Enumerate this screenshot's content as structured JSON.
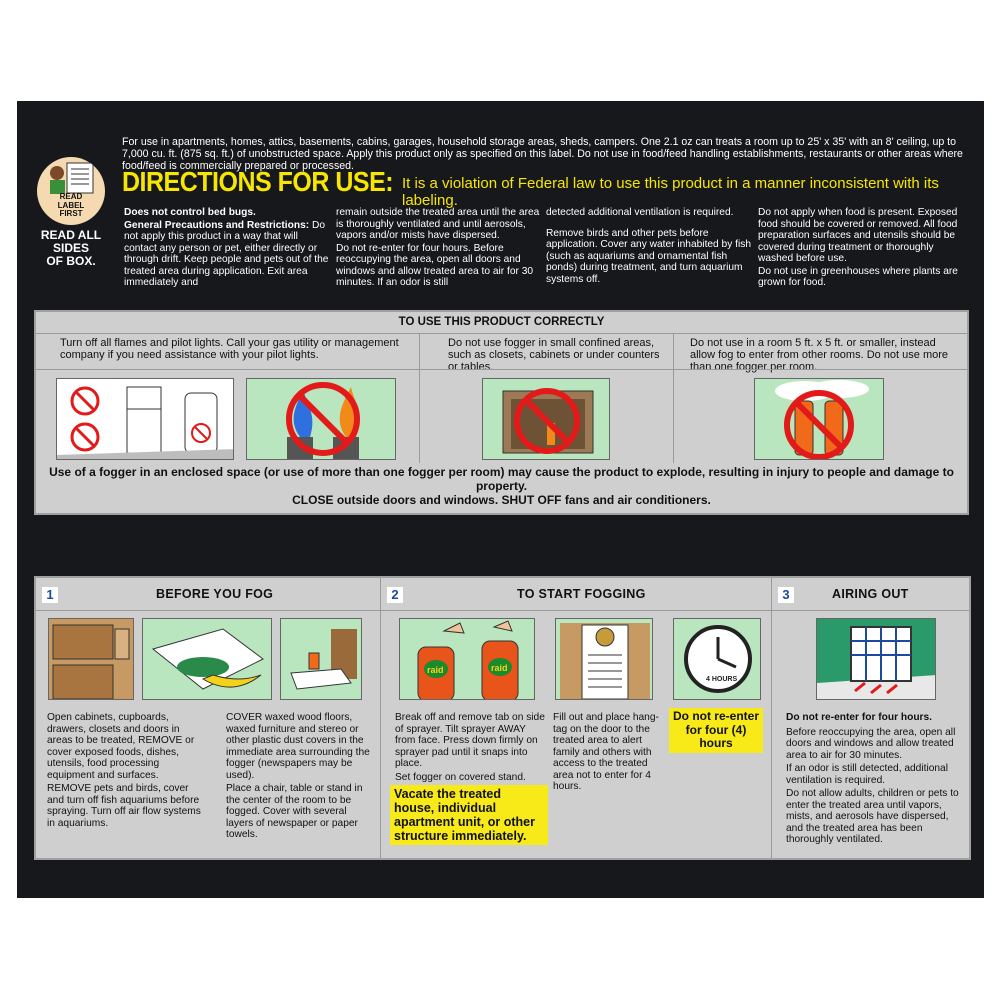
{
  "intro": "For use in apartments, homes, attics, basements, cabins, garages, household storage areas, sheds, campers. One 2.1 oz can treats a room up to 25' x 35' with an 8' ceiling, up to 7,000 cu. ft. (875 sq. ft.) of unobstructed space. Apply this product only as specified on this label. Do not use in food/feed handling establishments, restaurants or other areas where food/feed is commercially prepared or processed.",
  "badge": {
    "line1": "READ",
    "line2": "LABEL",
    "line3": "FIRST"
  },
  "read_all": [
    "READ ALL",
    "SIDES",
    "OF BOX."
  ],
  "directions": {
    "title": "DIRECTIONS FOR USE:",
    "law": "It is a violation of Federal law to use this product in a manner inconsistent with its labeling."
  },
  "columns": {
    "c1_a": "Does not control bed bugs.",
    "c1_b_head": "General Precautions and Restrictions:",
    "c1_b": " Do not apply this product in a way that will contact any person or pet, either directly or through drift. Keep people and pets out of the treated area during application. Exit area immediately and",
    "c2_a": "remain outside the treated area until the area is thoroughly ventilated and until aerosols, vapors and/or mists have dispersed.",
    "c2_b": "Do not re-enter for four hours. Before reoccupying the area, open all doors and windows and allow treated area to air for 30 minutes. If an odor is still",
    "c3_a": "detected additional ventilation is required.",
    "c3_b": "Remove birds and other pets before application. Cover any water inhabited by fish (such as aquariums and ornamental fish ponds) during treatment, and turn aquarium systems off.",
    "c4_a": "Do not apply when food is present. Exposed food should be covered or removed. All food preparation surfaces and utensils should be covered during treatment or thoroughly washed before use.",
    "c4_b": "Do not use in greenhouses where plants are grown for food."
  },
  "correct_use": {
    "heading": "TO USE THIS PRODUCT CORRECTLY",
    "cell1": "Turn off all flames and pilot lights. Call your gas utility or management company if you need assistance with your pilot lights.",
    "cell2": "Do not use fogger in small confined areas, such as closets, cabinets or under counters or tables.",
    "cell3": "Do not use in a room 5 ft. x 5 ft. or smaller, instead allow fog to enter from other rooms. Do not use more than one fogger per room.",
    "warning_1": "Use of a fogger in an enclosed space (or use of more than one fogger per room) may cause the product to explode, resulting in injury to people and damage to property.",
    "warning_2": "CLOSE outside doors and windows. SHUT OFF fans and air conditioners."
  },
  "steps": {
    "s1": {
      "num": "1",
      "title": "BEFORE YOU FOG",
      "text_a1": "Open cabinets, cupboards, drawers, closets and doors in areas to be treated, REMOVE or cover exposed foods, dishes, utensils, food processing equipment and surfaces.",
      "text_a2": "REMOVE pets and birds, cover and turn off fish aquariums before spraying. Turn off air flow systems in aquariums.",
      "text_b1": "COVER waxed wood floors, waxed furniture and stereo or other plastic dust covers in the immediate area surrounding the fogger (newspapers may be used).",
      "text_b2": "Place a chair, table or stand in the center of the room to be fogged. Cover with several layers of newspaper or paper towels."
    },
    "s2": {
      "num": "2",
      "title": "TO START FOGGING",
      "text_a1": "Break off and remove tab on side of sprayer. Tilt sprayer AWAY from face. Press down firmly on sprayer pad until it snaps into place.",
      "text_a2": "Set fogger on covered stand.",
      "vacate": "Vacate the treated house, individual apartment unit, or other structure immediately.",
      "text_b": "Fill out and place hang-tag on the door to the treated area to alert family and others with access to the treated area not to enter for 4 hours.",
      "reenter": "Do not re-enter for four (4) hours",
      "clock_label": "4 HOURS",
      "can_label": "raid"
    },
    "s3": {
      "num": "3",
      "title": "AIRING OUT",
      "text_head": "Do not re-enter for four hours.",
      "text_1": "Before reoccupying the area, open all doors and windows and allow treated area to air for 30 minutes.",
      "text_2": "If an odor is still detected, additional ventilation is required.",
      "text_3": "Do not allow adults, children or pets to enter the treated area until vapors, mists, and aerosols have dispersed, and the treated area has been thoroughly ventilated."
    }
  },
  "colors": {
    "board": "#17181c",
    "accent_yellow": "#f6e600",
    "panel_gray": "#cfcfcf",
    "pic_green": "#b9e6bf",
    "no_red": "#e21a1a",
    "step_blue": "#1b4aa0"
  },
  "icons": [
    "read-label-icon",
    "no-flame-icon",
    "fire-icon",
    "cabinet-icon",
    "fogger-can-icon",
    "clock-icon",
    "hang-tag-icon",
    "window-icon"
  ]
}
